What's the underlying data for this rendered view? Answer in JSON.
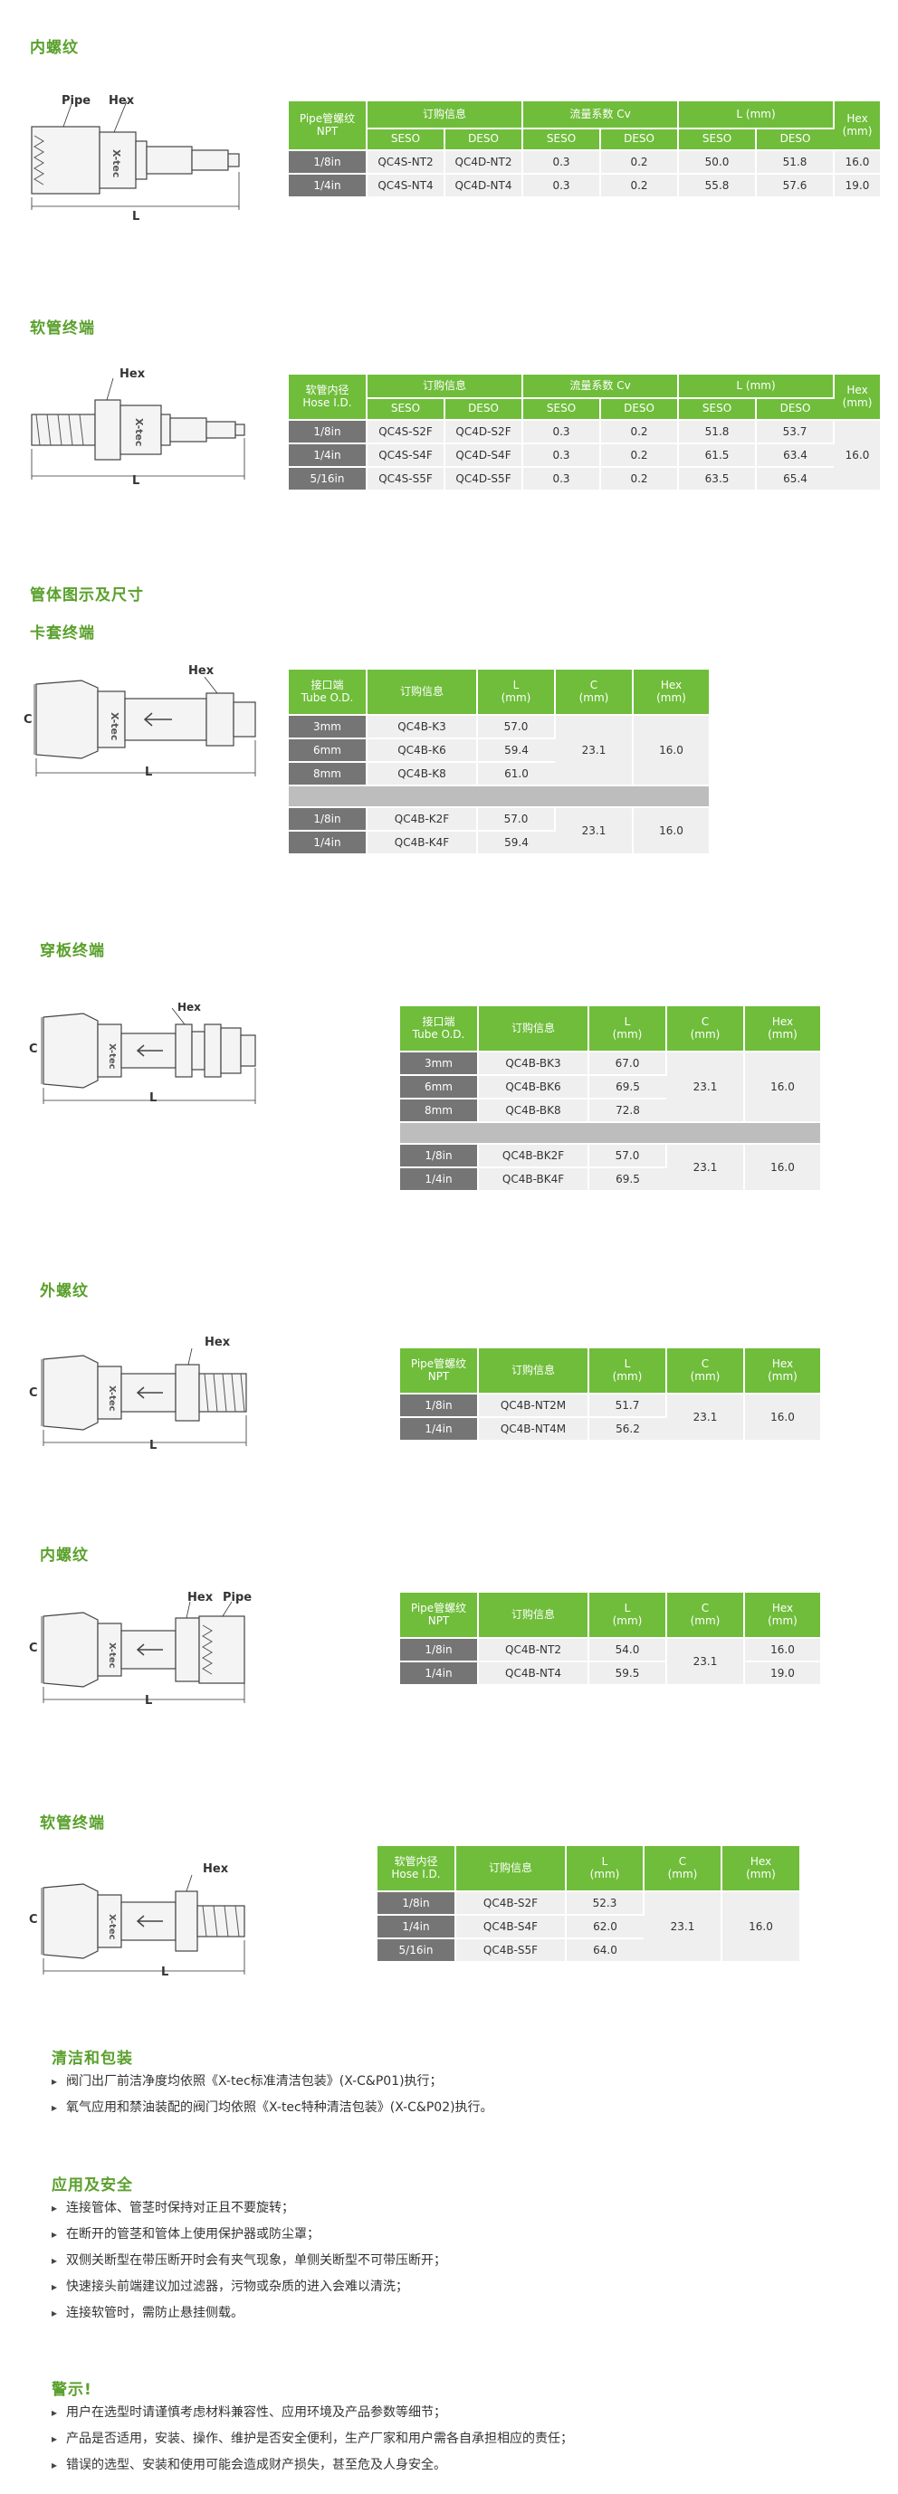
{
  "s1": {
    "title": "内螺纹",
    "labels": {
      "pipe": "Pipe",
      "hex": "Hex",
      "l": "L"
    },
    "head": {
      "c0": "Pipe管螺纹\nNPT",
      "order": "订购信息",
      "cv": "流量系数 Cv",
      "l": "L (mm)",
      "hex": "Hex\n(mm)"
    },
    "sub": {
      "seso": "SESO",
      "deso": "DESO",
      "cvs": "SESO",
      "cvd": "DESO",
      "ls": "SESO",
      "ld": "DESO"
    },
    "rows": [
      {
        "size": "1/8in",
        "seso": "QC4S-NT2",
        "deso": "QC4D-NT2",
        "cvs": "0.3",
        "cvd": "0.2",
        "ls": "50.0",
        "ld": "51.8",
        "hex": "16.0"
      },
      {
        "size": "1/4in",
        "seso": "QC4S-NT4",
        "deso": "QC4D-NT4",
        "cvs": "0.3",
        "cvd": "0.2",
        "ls": "55.8",
        "ld": "57.6",
        "hex": "19.0"
      }
    ]
  },
  "s2": {
    "title": "软管终端",
    "labels": {
      "hex": "Hex",
      "l": "L"
    },
    "head": {
      "c0": "软管内径\nHose I.D.",
      "order": "订购信息",
      "cv": "流量系数 Cv",
      "l": "L (mm)",
      "hex": "Hex\n(mm)"
    },
    "sub": {
      "seso": "SESO",
      "deso": "DESO",
      "cvs": "SESO",
      "cvd": "DESO",
      "ls": "SESO",
      "ld": "DESO"
    },
    "hex": "16.0",
    "rows": [
      {
        "size": "1/8in",
        "seso": "QC4S-S2F",
        "deso": "QC4D-S2F",
        "cvs": "0.3",
        "cvd": "0.2",
        "ls": "51.8",
        "ld": "53.7"
      },
      {
        "size": "1/4in",
        "seso": "QC4S-S4F",
        "deso": "QC4D-S4F",
        "cvs": "0.3",
        "cvd": "0.2",
        "ls": "61.5",
        "ld": "63.4"
      },
      {
        "size": "5/16in",
        "seso": "QC4S-S5F",
        "deso": "QC4D-S5F",
        "cvs": "0.3",
        "cvd": "0.2",
        "ls": "63.5",
        "ld": "65.4"
      }
    ]
  },
  "section_title": "管体图示及尺寸",
  "t1": {
    "title": "卡套终端",
    "labels": {
      "hex": "Hex",
      "c": "C",
      "l": "L"
    },
    "head": {
      "c0": "接口端\nTube O.D.",
      "order": "订购信息",
      "l": "L\n(mm)",
      "c": "C\n(mm)",
      "hex": "Hex\n(mm)"
    },
    "g1": {
      "c": "23.1",
      "hex": "16.0",
      "rows": [
        {
          "size": "3mm",
          "order": "QC4B-K3",
          "l": "57.0"
        },
        {
          "size": "6mm",
          "order": "QC4B-K6",
          "l": "59.4"
        },
        {
          "size": "8mm",
          "order": "QC4B-K8",
          "l": "61.0"
        }
      ]
    },
    "g2": {
      "c": "23.1",
      "hex": "16.0",
      "rows": [
        {
          "size": "1/8in",
          "order": "QC4B-K2F",
          "l": "57.0"
        },
        {
          "size": "1/4in",
          "order": "QC4B-K4F",
          "l": "59.4"
        }
      ]
    }
  },
  "t2": {
    "title": "穿板终端",
    "labels": {
      "hex": "Hex",
      "c": "C",
      "l": "L"
    },
    "head": {
      "c0": "接口端\nTube O.D.",
      "order": "订购信息",
      "l": "L\n(mm)",
      "c": "C\n(mm)",
      "hex": "Hex\n(mm)"
    },
    "g1": {
      "c": "23.1",
      "hex": "16.0",
      "rows": [
        {
          "size": "3mm",
          "order": "QC4B-BK3",
          "l": "67.0"
        },
        {
          "size": "6mm",
          "order": "QC4B-BK6",
          "l": "69.5"
        },
        {
          "size": "8mm",
          "order": "QC4B-BK8",
          "l": "72.8"
        }
      ]
    },
    "g2": {
      "c": "23.1",
      "hex": "16.0",
      "rows": [
        {
          "size": "1/8in",
          "order": "QC4B-BK2F",
          "l": "57.0"
        },
        {
          "size": "1/4in",
          "order": "QC4B-BK4F",
          "l": "69.5"
        }
      ]
    }
  },
  "t3": {
    "title": "外螺纹",
    "labels": {
      "hex": "Hex",
      "c": "C",
      "l": "L"
    },
    "head": {
      "c0": "Pipe管螺纹\nNPT",
      "order": "订购信息",
      "l": "L\n(mm)",
      "c": "C\n(mm)",
      "hex": "Hex\n(mm)"
    },
    "c": "23.1",
    "hex": "16.0",
    "rows": [
      {
        "size": "1/8in",
        "order": "QC4B-NT2M",
        "l": "51.7"
      },
      {
        "size": "1/4in",
        "order": "QC4B-NT4M",
        "l": "56.2"
      }
    ]
  },
  "t4": {
    "title": "内螺纹",
    "labels": {
      "hex": "Hex",
      "pipe": "Pipe",
      "c": "C",
      "l": "L"
    },
    "head": {
      "c0": "Pipe管螺纹\nNPT",
      "order": "订购信息",
      "l": "L\n(mm)",
      "c": "C\n(mm)",
      "hex": "Hex\n(mm)"
    },
    "c": "23.1",
    "rows": [
      {
        "size": "1/8in",
        "order": "QC4B-NT2",
        "l": "54.0",
        "hex": "16.0"
      },
      {
        "size": "1/4in",
        "order": "QC4B-NT4",
        "l": "59.5",
        "hex": "19.0"
      }
    ]
  },
  "t5": {
    "title": "软管终端",
    "labels": {
      "hex": "Hex",
      "c": "C",
      "l": "L"
    },
    "head": {
      "c0": "软管内径\nHose I.D.",
      "order": "订购信息",
      "l": "L\n(mm)",
      "c": "C\n(mm)",
      "hex": "Hex\n(mm)"
    },
    "c": "23.1",
    "hex": "16.0",
    "rows": [
      {
        "size": "1/8in",
        "order": "QC4B-S2F",
        "l": "52.3"
      },
      {
        "size": "1/4in",
        "order": "QC4B-S4F",
        "l": "62.0"
      },
      {
        "size": "5/16in",
        "order": "QC4B-S5F",
        "l": "64.0"
      }
    ]
  },
  "clean": {
    "title": "清洁和包装",
    "items": [
      "阀门出厂前洁净度均依照《X-tec标准清洁包装》(X-C&P01)执行；",
      "氧气应用和禁油装配的阀门均依照《X-tec特种清洁包装》(X-C&P02)执行。"
    ]
  },
  "safety": {
    "title": "应用及安全",
    "items": [
      "连接管体、管茎时保持对正且不要旋转；",
      "在断开的管茎和管体上使用保护器或防尘罩；",
      "双侧关断型在带压断开时会有夹气现象，单侧关断型不可带压断开；",
      "快速接头前端建议加过滤器，污物或杂质的进入会难以清洗；",
      "连接软管时，需防止悬挂侧载。"
    ]
  },
  "warning": {
    "title": "警示!",
    "items": [
      "用户在选型时请谨慎考虑材料兼容性、应用环境及产品参数等细节；",
      "产品是否适用，安装、操作、维护是否安全便利，生产厂家和用户需各自承担相应的责任；",
      "错误的选型、安装和使用可能会造成财产损失，甚至危及人身安全。"
    ]
  },
  "colors": {
    "accent": "#5aa02c",
    "header_bg": "#6fbd3a",
    "label_bg": "#757575",
    "cell_bg": "#efefef",
    "separator": "#bdbdbd"
  }
}
